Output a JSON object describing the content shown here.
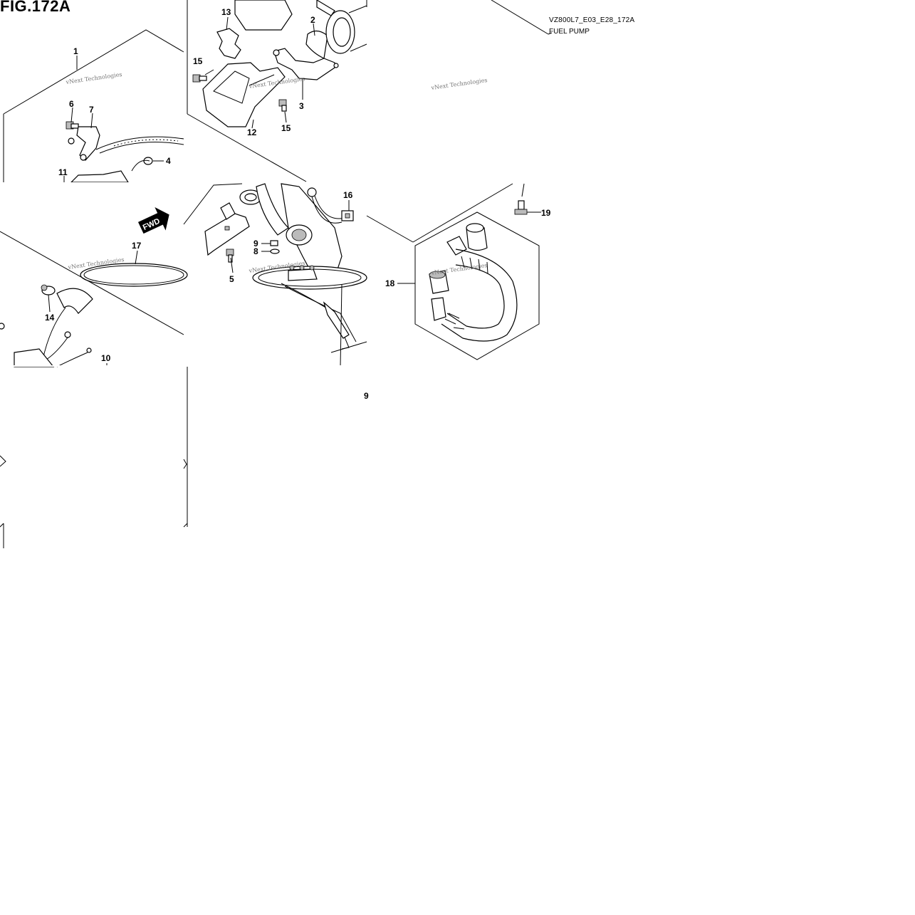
{
  "figure": {
    "title": "FIG.172A",
    "code": "VZ800L7_E03_E28_172A",
    "caption": "FUEL PUMP"
  },
  "callouts": [
    "1",
    "2",
    "3",
    "4",
    "5",
    "6",
    "7",
    "8",
    "9",
    "10",
    "11",
    "12",
    "13",
    "14",
    "15",
    "15",
    "16",
    "17",
    "18",
    "19"
  ],
  "badge": "FWD",
  "watermark": "vNext Technologies",
  "partial_label": "9"
}
